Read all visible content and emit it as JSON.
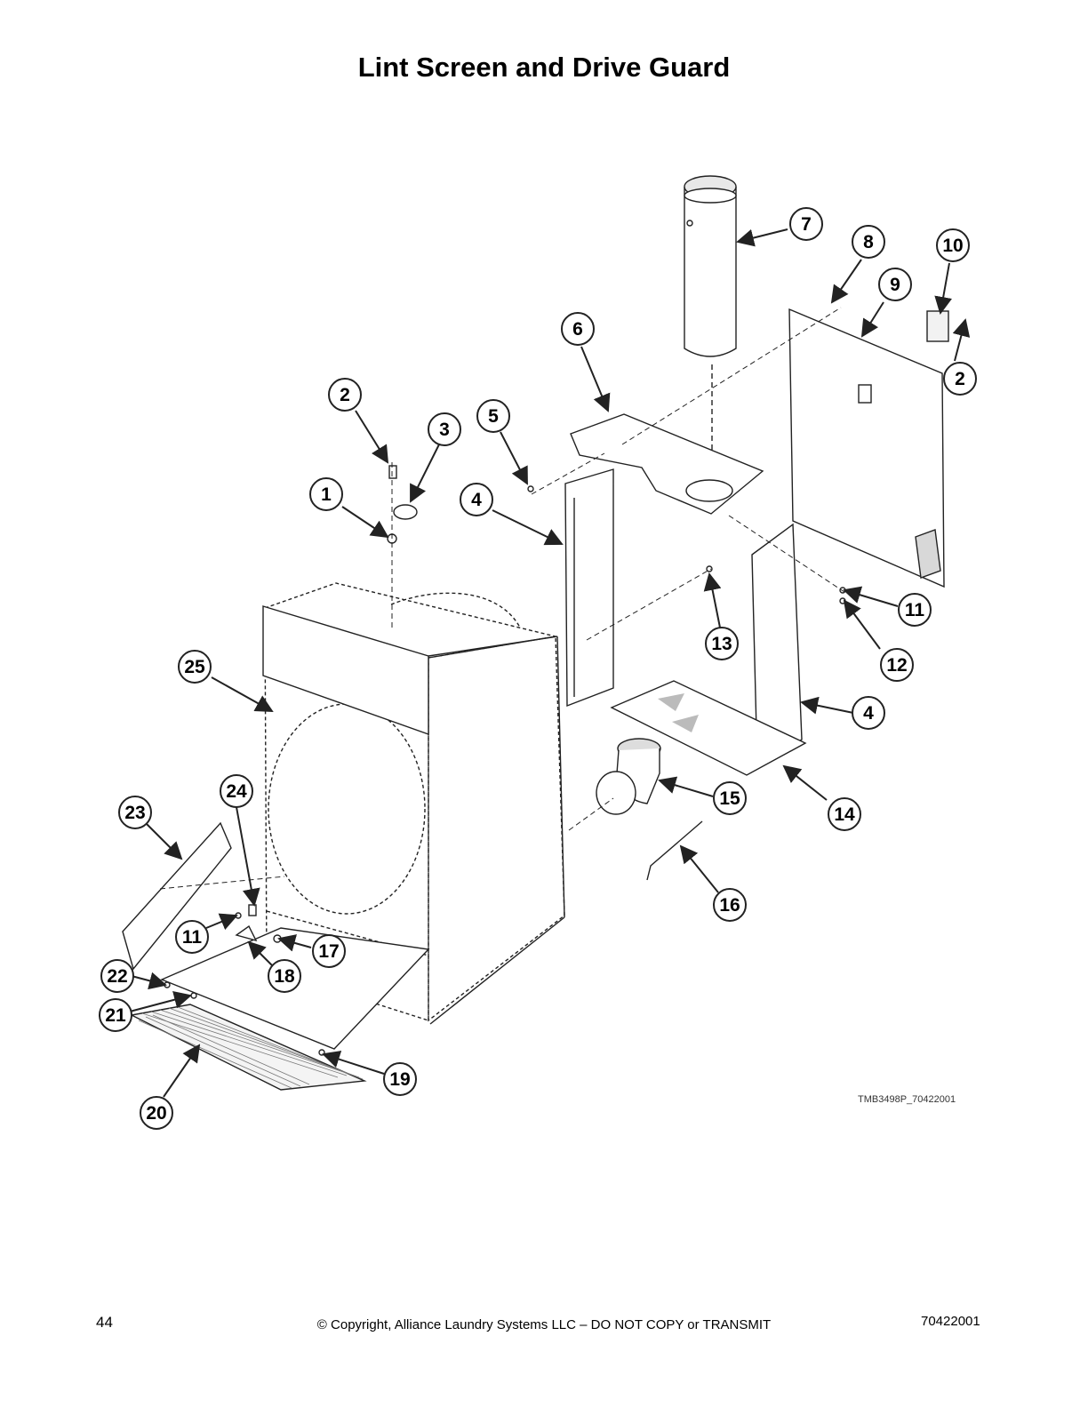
{
  "page": {
    "title": "Lint Screen and Drive Guard",
    "drawing_id": "TMB3498P_70422001",
    "footer": {
      "page_number": "44",
      "copyright": "© Copyright, Alliance Laundry Systems LLC – DO NOT COPY or TRANSMIT",
      "doc_number": "70422001"
    }
  },
  "callouts": [
    {
      "label": "1"
    },
    {
      "label": "2"
    },
    {
      "label": "3"
    },
    {
      "label": "5"
    },
    {
      "label": "6"
    },
    {
      "label": "4"
    },
    {
      "label": "7"
    },
    {
      "label": "8"
    },
    {
      "label": "10"
    },
    {
      "label": "9"
    },
    {
      "label": "2"
    },
    {
      "label": "11"
    },
    {
      "label": "13"
    },
    {
      "label": "12"
    },
    {
      "label": "25"
    },
    {
      "label": "4"
    },
    {
      "label": "14"
    },
    {
      "label": "15"
    },
    {
      "label": "16"
    },
    {
      "label": "23"
    },
    {
      "label": "24"
    },
    {
      "label": "11"
    },
    {
      "label": "17"
    },
    {
      "label": "18"
    },
    {
      "label": "22"
    },
    {
      "label": "21"
    },
    {
      "label": "19"
    },
    {
      "label": "20"
    }
  ]
}
